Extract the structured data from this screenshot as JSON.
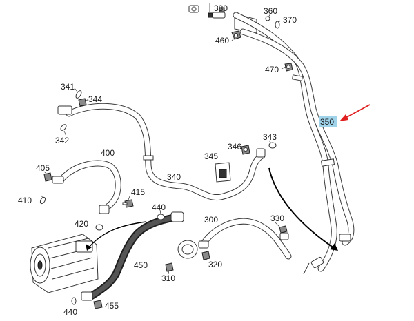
{
  "diagram": {
    "labels": {
      "l380": "380",
      "l360": "360",
      "l370": "370",
      "l460": "460",
      "l470": "470",
      "l341": "341",
      "l344": "344",
      "l342": "342",
      "l350": "350",
      "l400": "400",
      "l346": "346",
      "l343": "343",
      "l345": "345",
      "l405": "405",
      "l340": "340",
      "l410": "410",
      "l415": "415",
      "l440a": "440",
      "l420": "420",
      "l300": "300",
      "l330": "330",
      "l450": "450",
      "l320": "320",
      "l310": "310",
      "l440b": "440",
      "l455": "455"
    },
    "highlighted_part": "350",
    "colors": {
      "highlight": "#9fd3ea",
      "pointer_arrow": "#e02020",
      "leader_lines": "#000000"
    }
  }
}
